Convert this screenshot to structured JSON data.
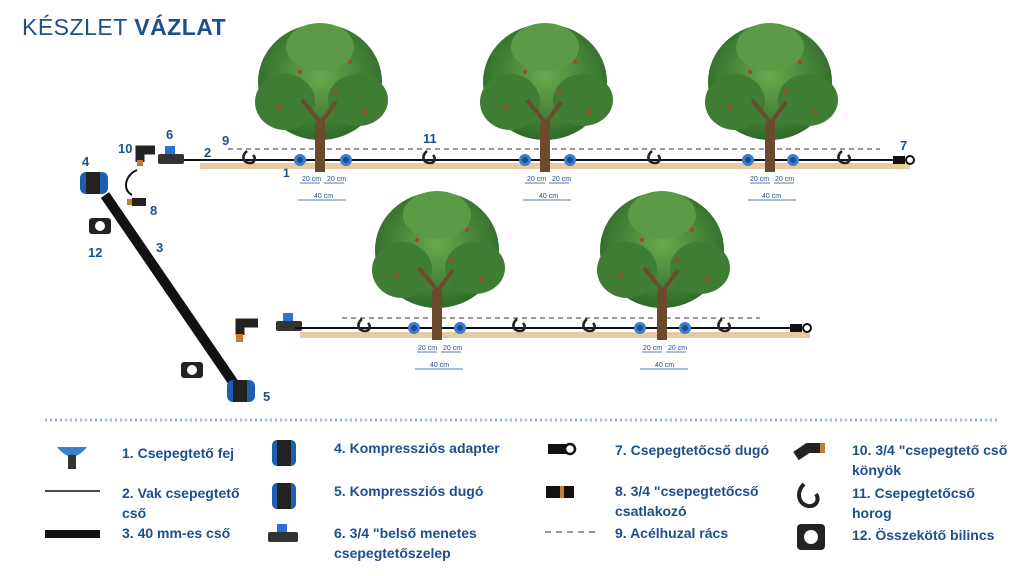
{
  "title": {
    "part1": "KÉSZLET",
    "part2": "VÁZLAT"
  },
  "diagram": {
    "callouts": [
      "1",
      "2",
      "3",
      "4",
      "5",
      "6",
      "7",
      "8",
      "9",
      "10",
      "11",
      "12"
    ],
    "dim_20": "20 cm",
    "dim_40": "40 cm"
  },
  "legend": [
    {
      "num": "1.",
      "text": "Csepegtető fej"
    },
    {
      "num": "2.",
      "text": "Vak csepegtető cső"
    },
    {
      "num": "3.",
      "text": "40 mm-es cső"
    },
    {
      "num": "4.",
      "text": "Kompressziós adapter"
    },
    {
      "num": "5.",
      "text": "Kompressziós dugó"
    },
    {
      "num": "6.",
      "text": "3/4 \"belső menetes csepegtetőszelep"
    },
    {
      "num": "7.",
      "text": "Csepegtetőcső dugó"
    },
    {
      "num": "8.",
      "text": "3/4 \"csepegtetőcső csatlakozó"
    },
    {
      "num": "9.",
      "text": "Acélhuzal rács"
    },
    {
      "num": "10.",
      "text": "3/4 \"csepegtető cső könyök"
    },
    {
      "num": "11.",
      "text": "Csepegtetőcső horog"
    },
    {
      "num": "12.",
      "text": "Összekötő bilincs"
    }
  ],
  "colors": {
    "accent": "#1f4e8c",
    "emitter": "#3a7fd0",
    "pipe": "#111111",
    "ground": "#e9c9a0",
    "foliage": "#4f8a3a",
    "trunk": "#6b4a2e"
  }
}
